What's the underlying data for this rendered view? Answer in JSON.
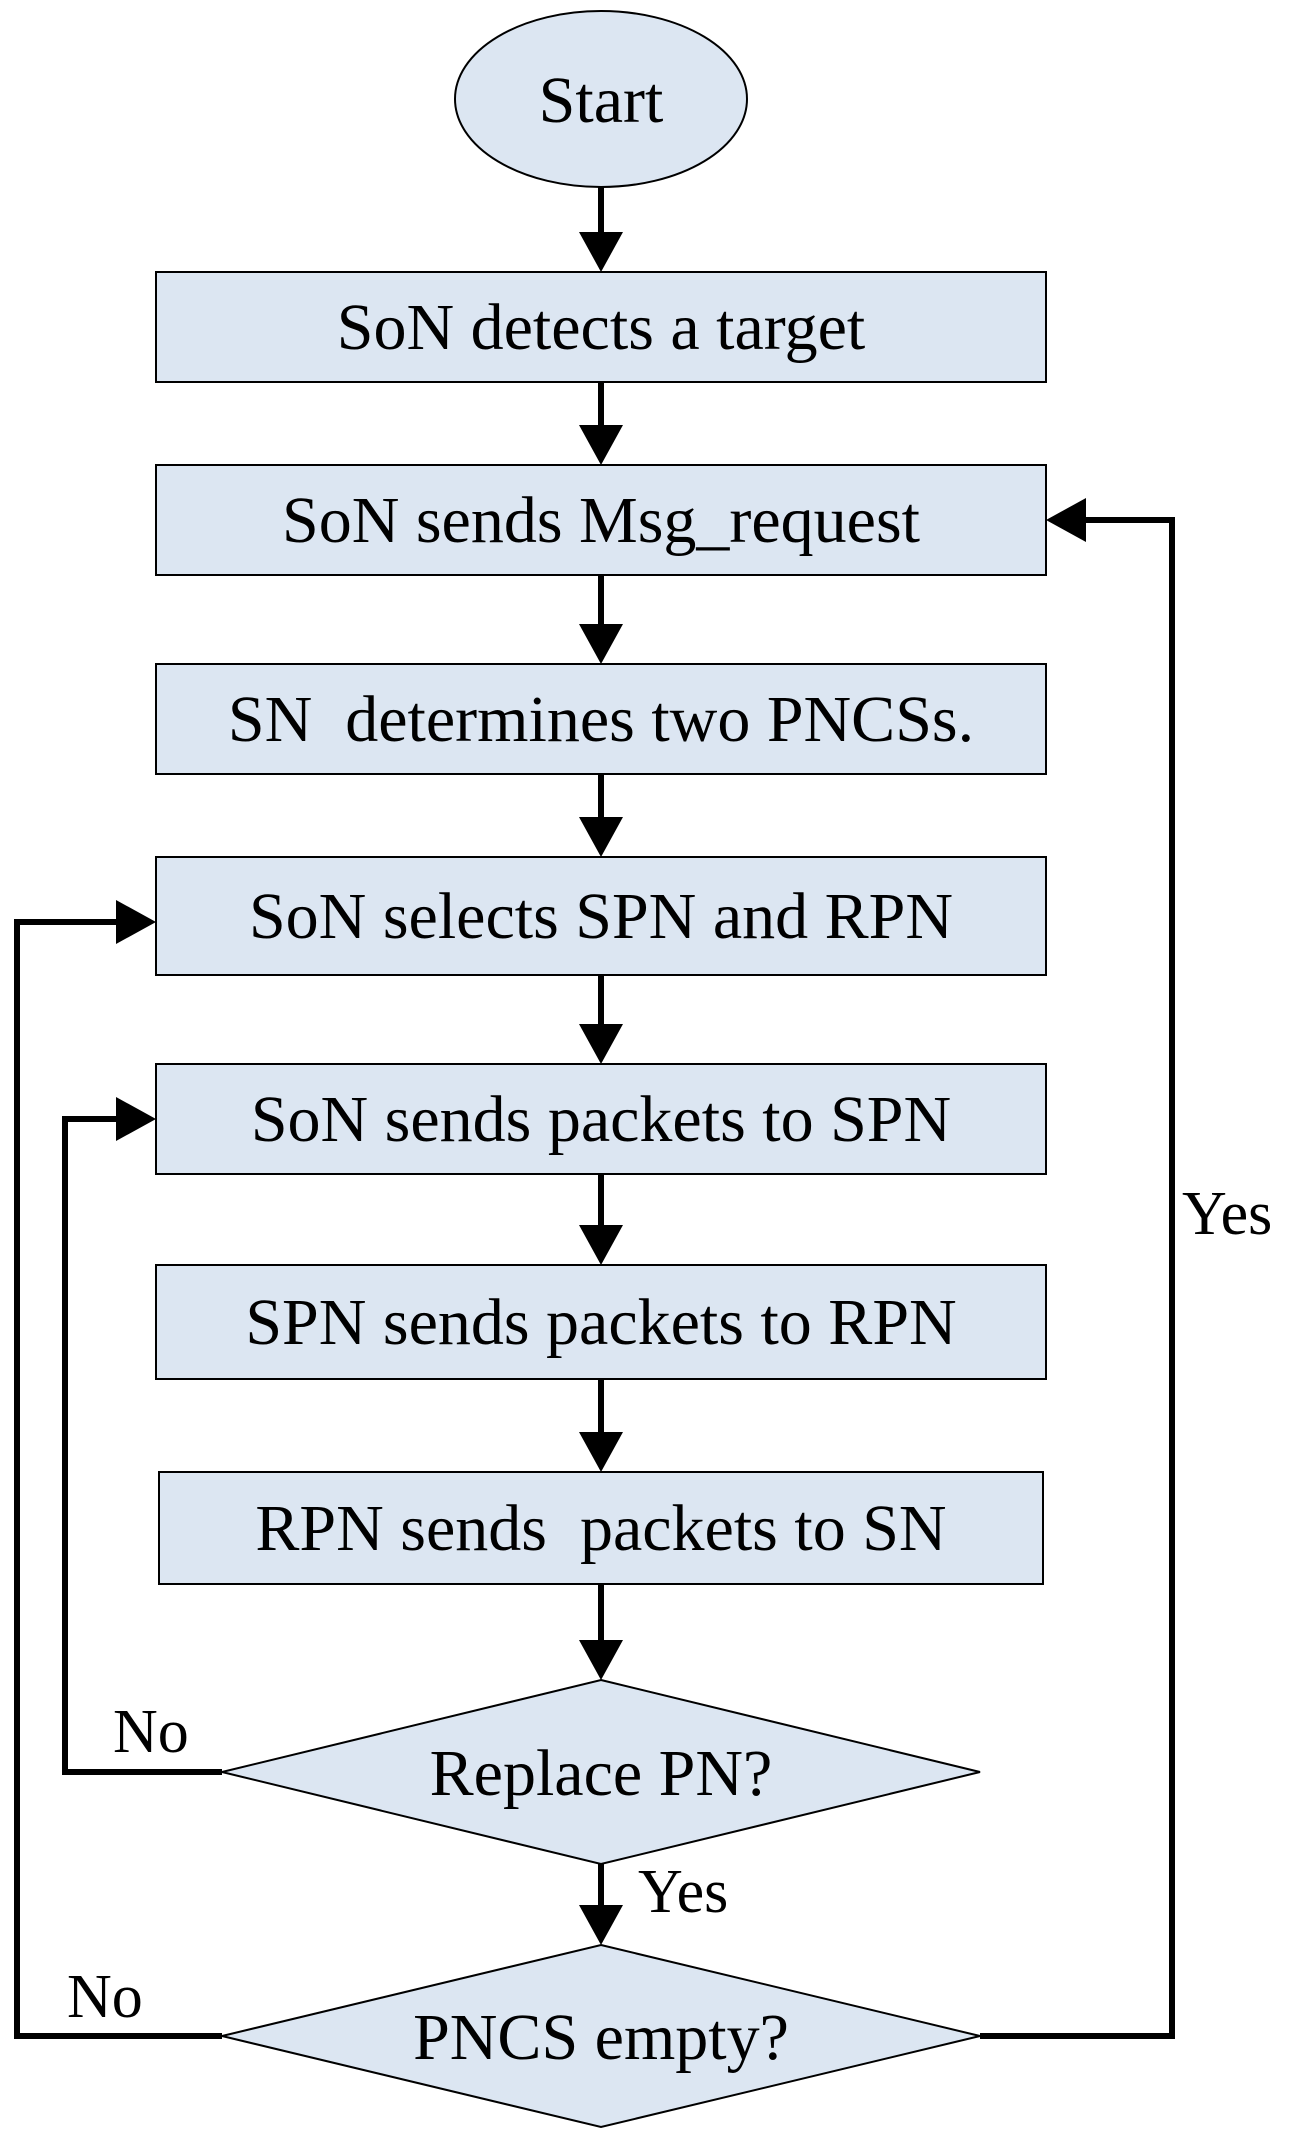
{
  "nodes": {
    "start": "Start",
    "detect": "SoN detects a target",
    "request": "SoN sends Msg_request",
    "determine": "SN  determines two PNCSs.",
    "select": "SoN selects SPN and RPN",
    "send_spn": "SoN sends packets to SPN",
    "spn_rpn": "SPN sends packets to RPN",
    "rpn_sn": "RPN sends  packets to SN",
    "replace": "Replace PN?",
    "empty": "PNCS empty?"
  },
  "edges": {
    "replace_no": "No",
    "replace_yes": "Yes",
    "empty_no": "No",
    "empty_yes": "Yes"
  },
  "colors": {
    "shape_fill": "#dce6f2",
    "stroke": "#000000"
  }
}
